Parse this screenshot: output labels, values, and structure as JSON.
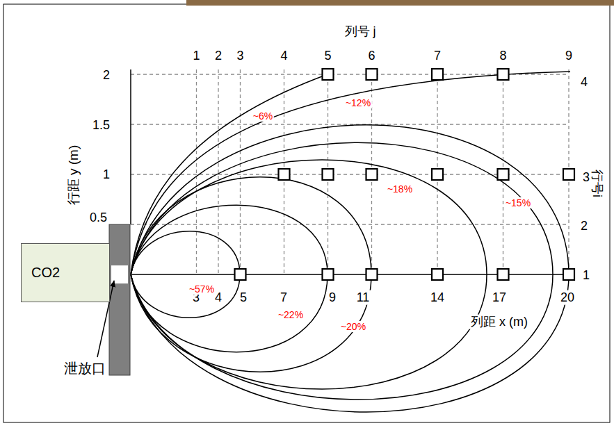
{
  "diagram": {
    "nodes": [
      {
        "text": [
          "CO2"
        ]
      }
    ],
    "labels": [
      "列号 j",
      "1",
      "2",
      "3",
      "4",
      "5",
      "6",
      "7",
      "8",
      "9",
      "2",
      "1.5",
      "1",
      "0.5",
      "行距 y (m)",
      "4",
      "3",
      "2",
      "1",
      "行号i",
      "3",
      "4",
      "5",
      "7",
      "9",
      "11",
      "14",
      "17",
      "20",
      "列距 x (m)",
      "泄放口",
      "~6%",
      "~12%",
      "~18%",
      "~15%",
      "~57%",
      "~22%",
      "~20%"
    ]
  }
}
